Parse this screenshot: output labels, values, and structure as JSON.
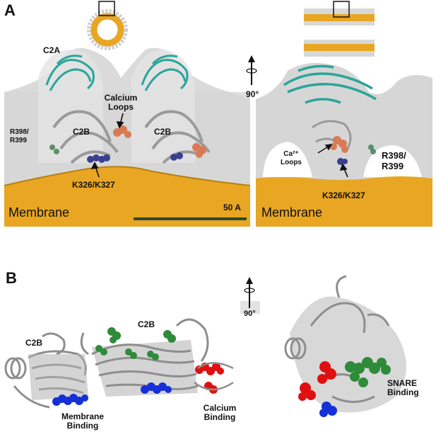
{
  "figure": {
    "panel_a": {
      "letter": "A",
      "left": {
        "labels": {
          "c2a": "C2A",
          "calcium_loops": "Calcium\nLoops",
          "c2b_1": "C2B",
          "c2b_2": "C2B",
          "r398": "R398/\nR399",
          "k326": "K326/K327",
          "membrane": "Membrane",
          "scale": "50 A"
        }
      },
      "rotation": "90°",
      "right": {
        "labels": {
          "ca_loops": "Ca²⁺\nLoops",
          "r398": "R398/\nR399",
          "k326": "K326/K327",
          "membrane": "Membrane"
        }
      }
    },
    "panel_b": {
      "letter": "B",
      "rotation": "90°",
      "labels": {
        "c2b_1": "C2B",
        "c2b_2": "C2B",
        "membrane_binding": "Membrane\nBinding",
        "calcium_binding": "Calcium\nBinding",
        "snare_binding": "SNARE\nBinding"
      }
    },
    "colors": {
      "membrane": "#e8a623",
      "density": "#d9d9d9",
      "c2a": "#2aa59a",
      "c2b": "#9a9a9a",
      "calcium_loops_a": "#d97a55",
      "membrane_binding_a": "#3b3f8f",
      "r398_a": "#5a8f6a",
      "blue": "#1530d8",
      "red": "#e01010",
      "green": "#2e8b3a"
    }
  }
}
